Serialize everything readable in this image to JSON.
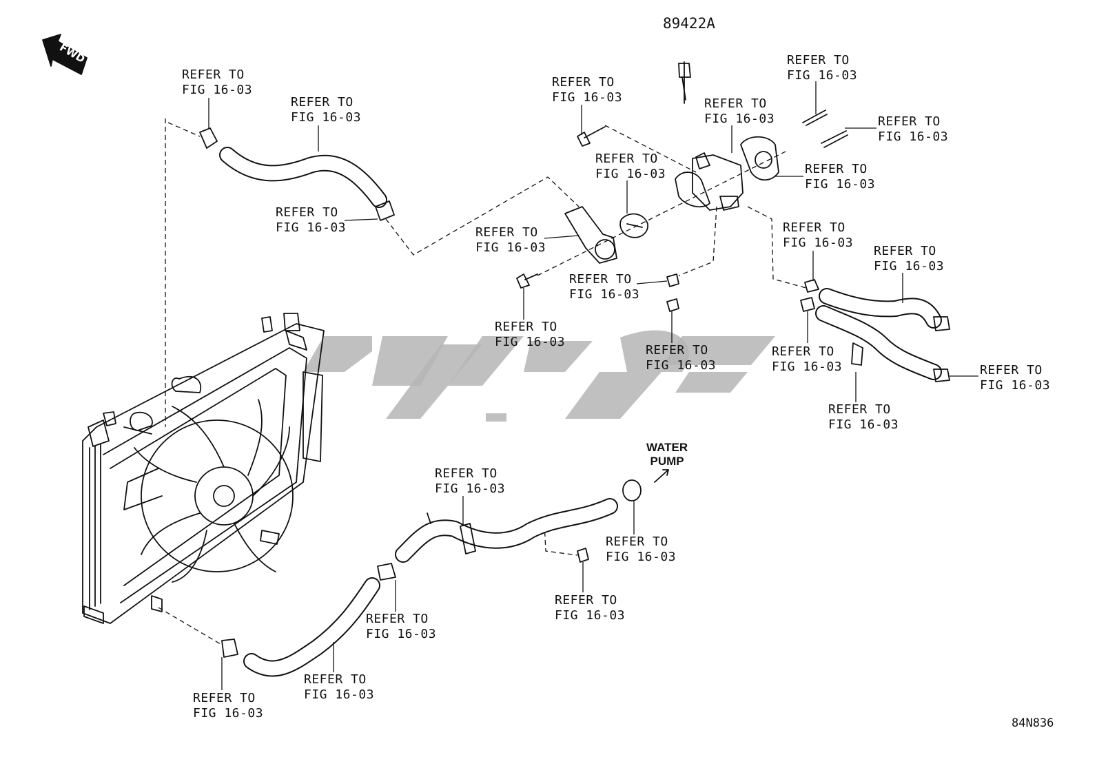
{
  "diagram": {
    "part_number": "89422A",
    "diagram_code": "84N836",
    "fwd_label": "FWD",
    "water_pump_label": [
      "WATER",
      "PUMP"
    ],
    "refer_line1": "REFER TO",
    "refer_line2": "FIG 16-03",
    "callouts": [
      {
        "id": "c01",
        "l1": "REFER TO",
        "l2": "FIG 16-03"
      },
      {
        "id": "c02",
        "l1": "REFER TO",
        "l2": "FIG 16-03"
      },
      {
        "id": "c03",
        "l1": "REFER TO",
        "l2": "FIG 16-03"
      },
      {
        "id": "c04",
        "l1": "REFER TO",
        "l2": "FIG 16-03"
      },
      {
        "id": "c05",
        "l1": "REFER TO",
        "l2": "FIG 16-03"
      },
      {
        "id": "c06",
        "l1": "REFER TO",
        "l2": "FIG 16-03"
      },
      {
        "id": "c07",
        "l1": "REFER TO",
        "l2": "FIG 16-03"
      },
      {
        "id": "c08",
        "l1": "REFER TO",
        "l2": "FIG 16-03"
      },
      {
        "id": "c09",
        "l1": "REFER TO",
        "l2": "FIG 16-03"
      },
      {
        "id": "c10",
        "l1": "REFER TO",
        "l2": "FIG 16-03"
      },
      {
        "id": "c11",
        "l1": "REFER TO",
        "l2": "FIG 16-03"
      },
      {
        "id": "c12",
        "l1": "REFER TO",
        "l2": "FIG 16-03"
      },
      {
        "id": "c13",
        "l1": "REFER TO",
        "l2": "FIG 16-03"
      },
      {
        "id": "c14",
        "l1": "REFER TO",
        "l2": "FIG 16-03"
      },
      {
        "id": "c15",
        "l1": "REFER TO",
        "l2": "FIG 16-03"
      },
      {
        "id": "c16",
        "l1": "REFER TO",
        "l2": "FIG 16-03"
      },
      {
        "id": "c17",
        "l1": "REFER TO",
        "l2": "FIG 16-03"
      },
      {
        "id": "c18",
        "l1": "REFER TO",
        "l2": "FIG 16-03"
      },
      {
        "id": "c19",
        "l1": "REFER TO",
        "l2": "FIG 16-03"
      },
      {
        "id": "c20",
        "l1": "REFER TO",
        "l2": "FIG 16-03"
      },
      {
        "id": "c21",
        "l1": "REFER TO",
        "l2": "FIG 16-03"
      },
      {
        "id": "c22",
        "l1": "REFER TO",
        "l2": "FIG 16-03"
      },
      {
        "id": "c23",
        "l1": "REFER TO",
        "l2": "FIG 16-03"
      },
      {
        "id": "c24",
        "l1": "REFER TO",
        "l2": "FIG 16-03"
      }
    ],
    "colors": {
      "line": "#111111",
      "watermark": "#b5b5b5",
      "background": "#ffffff"
    }
  }
}
